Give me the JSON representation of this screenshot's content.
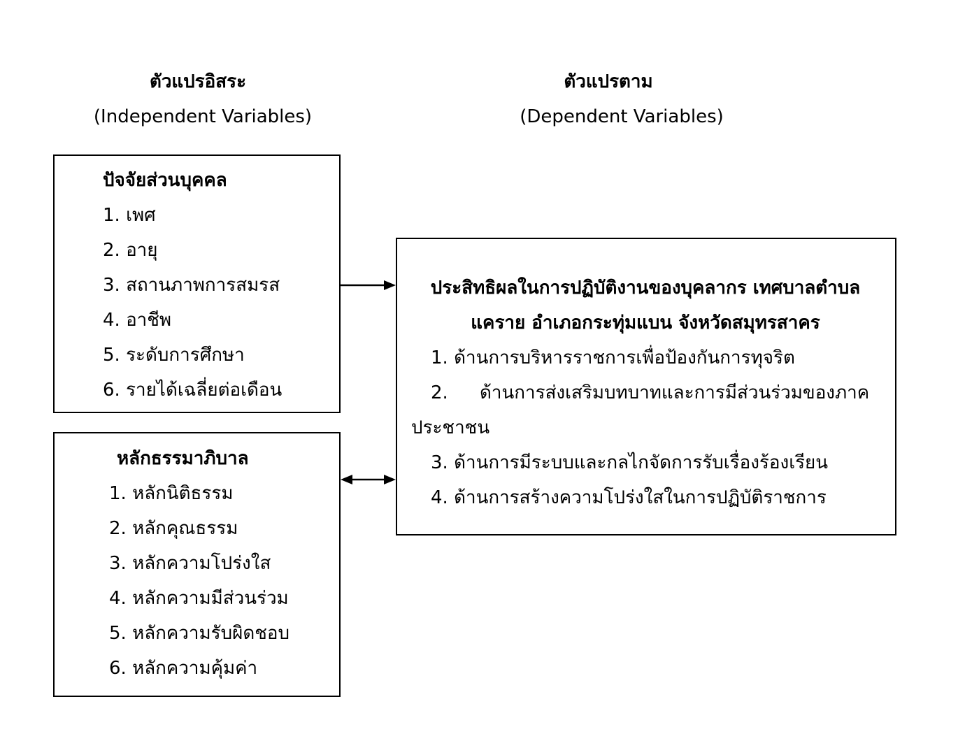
{
  "headers": {
    "independent": {
      "title": "ตัวแปรอิสระ",
      "subtitle": "(Independent Variables)"
    },
    "dependent": {
      "title": "ตัวแปรตาม",
      "subtitle": "(Dependent Variables)"
    }
  },
  "personal_factors": {
    "title": "ปัจจัยส่วนบุคคล",
    "items": [
      "1. เพศ",
      "2. อายุ",
      "3. สถานภาพการสมรส",
      "4. อาชีพ",
      "5. ระดับการศึกษา",
      "6. รายได้เฉลี่ยต่อเดือน"
    ]
  },
  "good_governance": {
    "title": "หลักธรรมาภิบาล",
    "items": [
      "1. หลักนิติธรรม",
      "2. หลักคุณธรรม",
      "3. หลักความโปร่งใส",
      "4. หลักความมีส่วนร่วม",
      "5. หลักความรับผิดชอบ",
      "6. หลักความคุ้มค่า"
    ]
  },
  "effectiveness": {
    "title_lines": [
      "ประสิทธิผลในการปฏิบัติงานของบุคลากร เทศบาลตำบล",
      "แคราย อำเภอกระทุ่มแบน จังหวัดสมุทรสาคร"
    ],
    "items": [
      {
        "num": "1.",
        "text": "ด้านการบริหารราชการเพื่อป้องกันการทุจริต"
      },
      {
        "num": "2.",
        "text": "ด้านการส่งเสริมบทบาทและการมีส่วนร่วมของภาค",
        "continuation": "ประชาชน"
      },
      {
        "num": "3.",
        "text": "ด้านการมีระบบและกลไกจัดการรับเรื่องร้องเรียน"
      },
      {
        "num": "4.",
        "text": "ด้านการสร้างความโปร่งใสในการปฏิบัติราชการ"
      }
    ]
  },
  "relations": [
    {
      "from": "ปัจจัยส่วนบุคคล",
      "to": "ประสิทธิผลในการปฏิบัติงานของบุคลากร",
      "direction": "one-way"
    },
    {
      "from": "หลักธรรมาภิบาล",
      "to": "ประสิทธิผลในการปฏิบัติงานของบุคลากร",
      "direction": "two-way"
    }
  ],
  "colors": {
    "line": "#000000",
    "background": "#ffffff"
  }
}
